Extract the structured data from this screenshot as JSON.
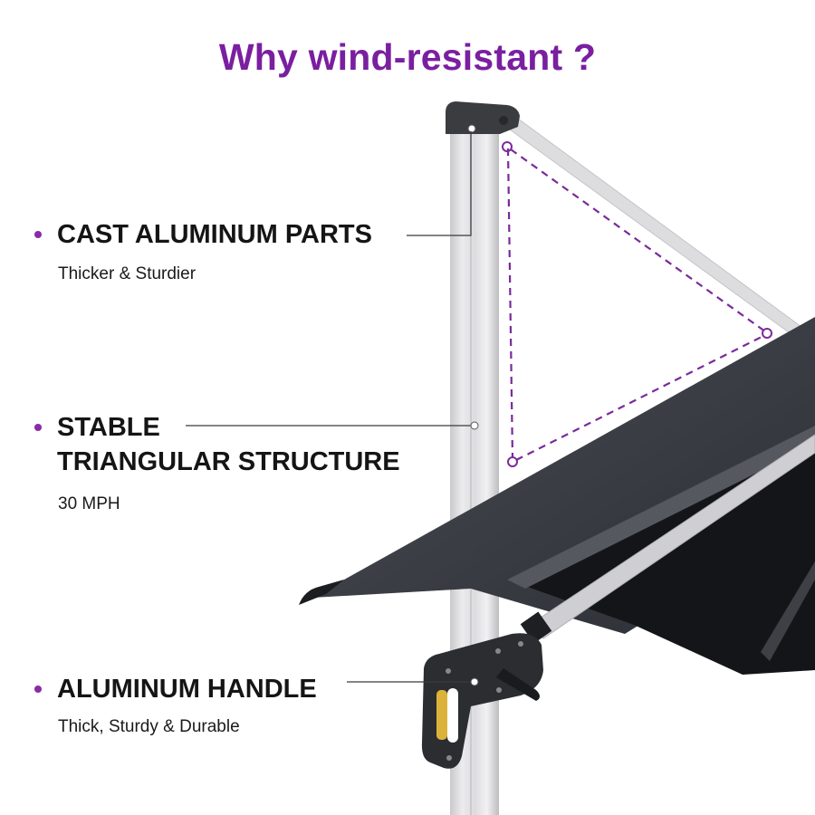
{
  "title": "Why wind-resistant ?",
  "colors": {
    "accent_purple": "#7a1fa0",
    "canopy_dark": "#2f3338",
    "pole_silver": "#d9d9dc",
    "handle_black": "#25272a",
    "handle_yellow": "#e0b838"
  },
  "features": [
    {
      "heading_lines": [
        "CAST ALUMINUM PARTS"
      ],
      "subtext": "Thicker & Sturdier",
      "callout_target": "pole-top-bracket"
    },
    {
      "heading_lines": [
        "STABLE",
        "TRIANGULAR STRUCTURE"
      ],
      "subtext": "30 MPH",
      "callout_target": "pole-mid"
    },
    {
      "heading_lines": [
        "ALUMINUM HANDLE"
      ],
      "subtext": "Thick, Sturdy & Durable",
      "callout_target": "crank-handle"
    }
  ]
}
